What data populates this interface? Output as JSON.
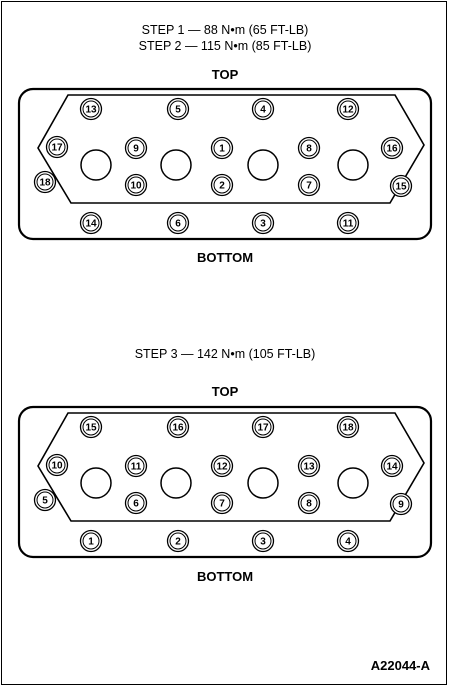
{
  "steps": {
    "step1": "STEP 1 — 88 N•m (65 FT-LB)",
    "step2": "STEP 2 — 115 N•m (85 FT-LB)",
    "step3": "STEP 3 — 142 N•m (105 FT-LB)"
  },
  "diagram1": {
    "top_label": "TOP",
    "bottom_label": "BOTTOM",
    "bolts": {
      "top": [
        "13",
        "5",
        "4",
        "12"
      ],
      "left": "17",
      "inner_top": [
        "9",
        "1",
        "8"
      ],
      "right": "16",
      "left_outer": "18",
      "inner_bottom": [
        "10",
        "2",
        "7"
      ],
      "right_outer": "15",
      "bottom": [
        "14",
        "6",
        "3",
        "11"
      ]
    }
  },
  "diagram2": {
    "top_label": "TOP",
    "bottom_label": "BOTTOM",
    "bolts": {
      "top": [
        "15",
        "16",
        "17",
        "18"
      ],
      "left": "10",
      "inner_top": [
        "11",
        "12",
        "13"
      ],
      "right": "14",
      "left_outer": "5",
      "inner_bottom": [
        "6",
        "7",
        "8"
      ],
      "right_outer": "9",
      "bottom": [
        "1",
        "2",
        "3",
        "4"
      ]
    }
  },
  "figure_id": "A22044-A"
}
